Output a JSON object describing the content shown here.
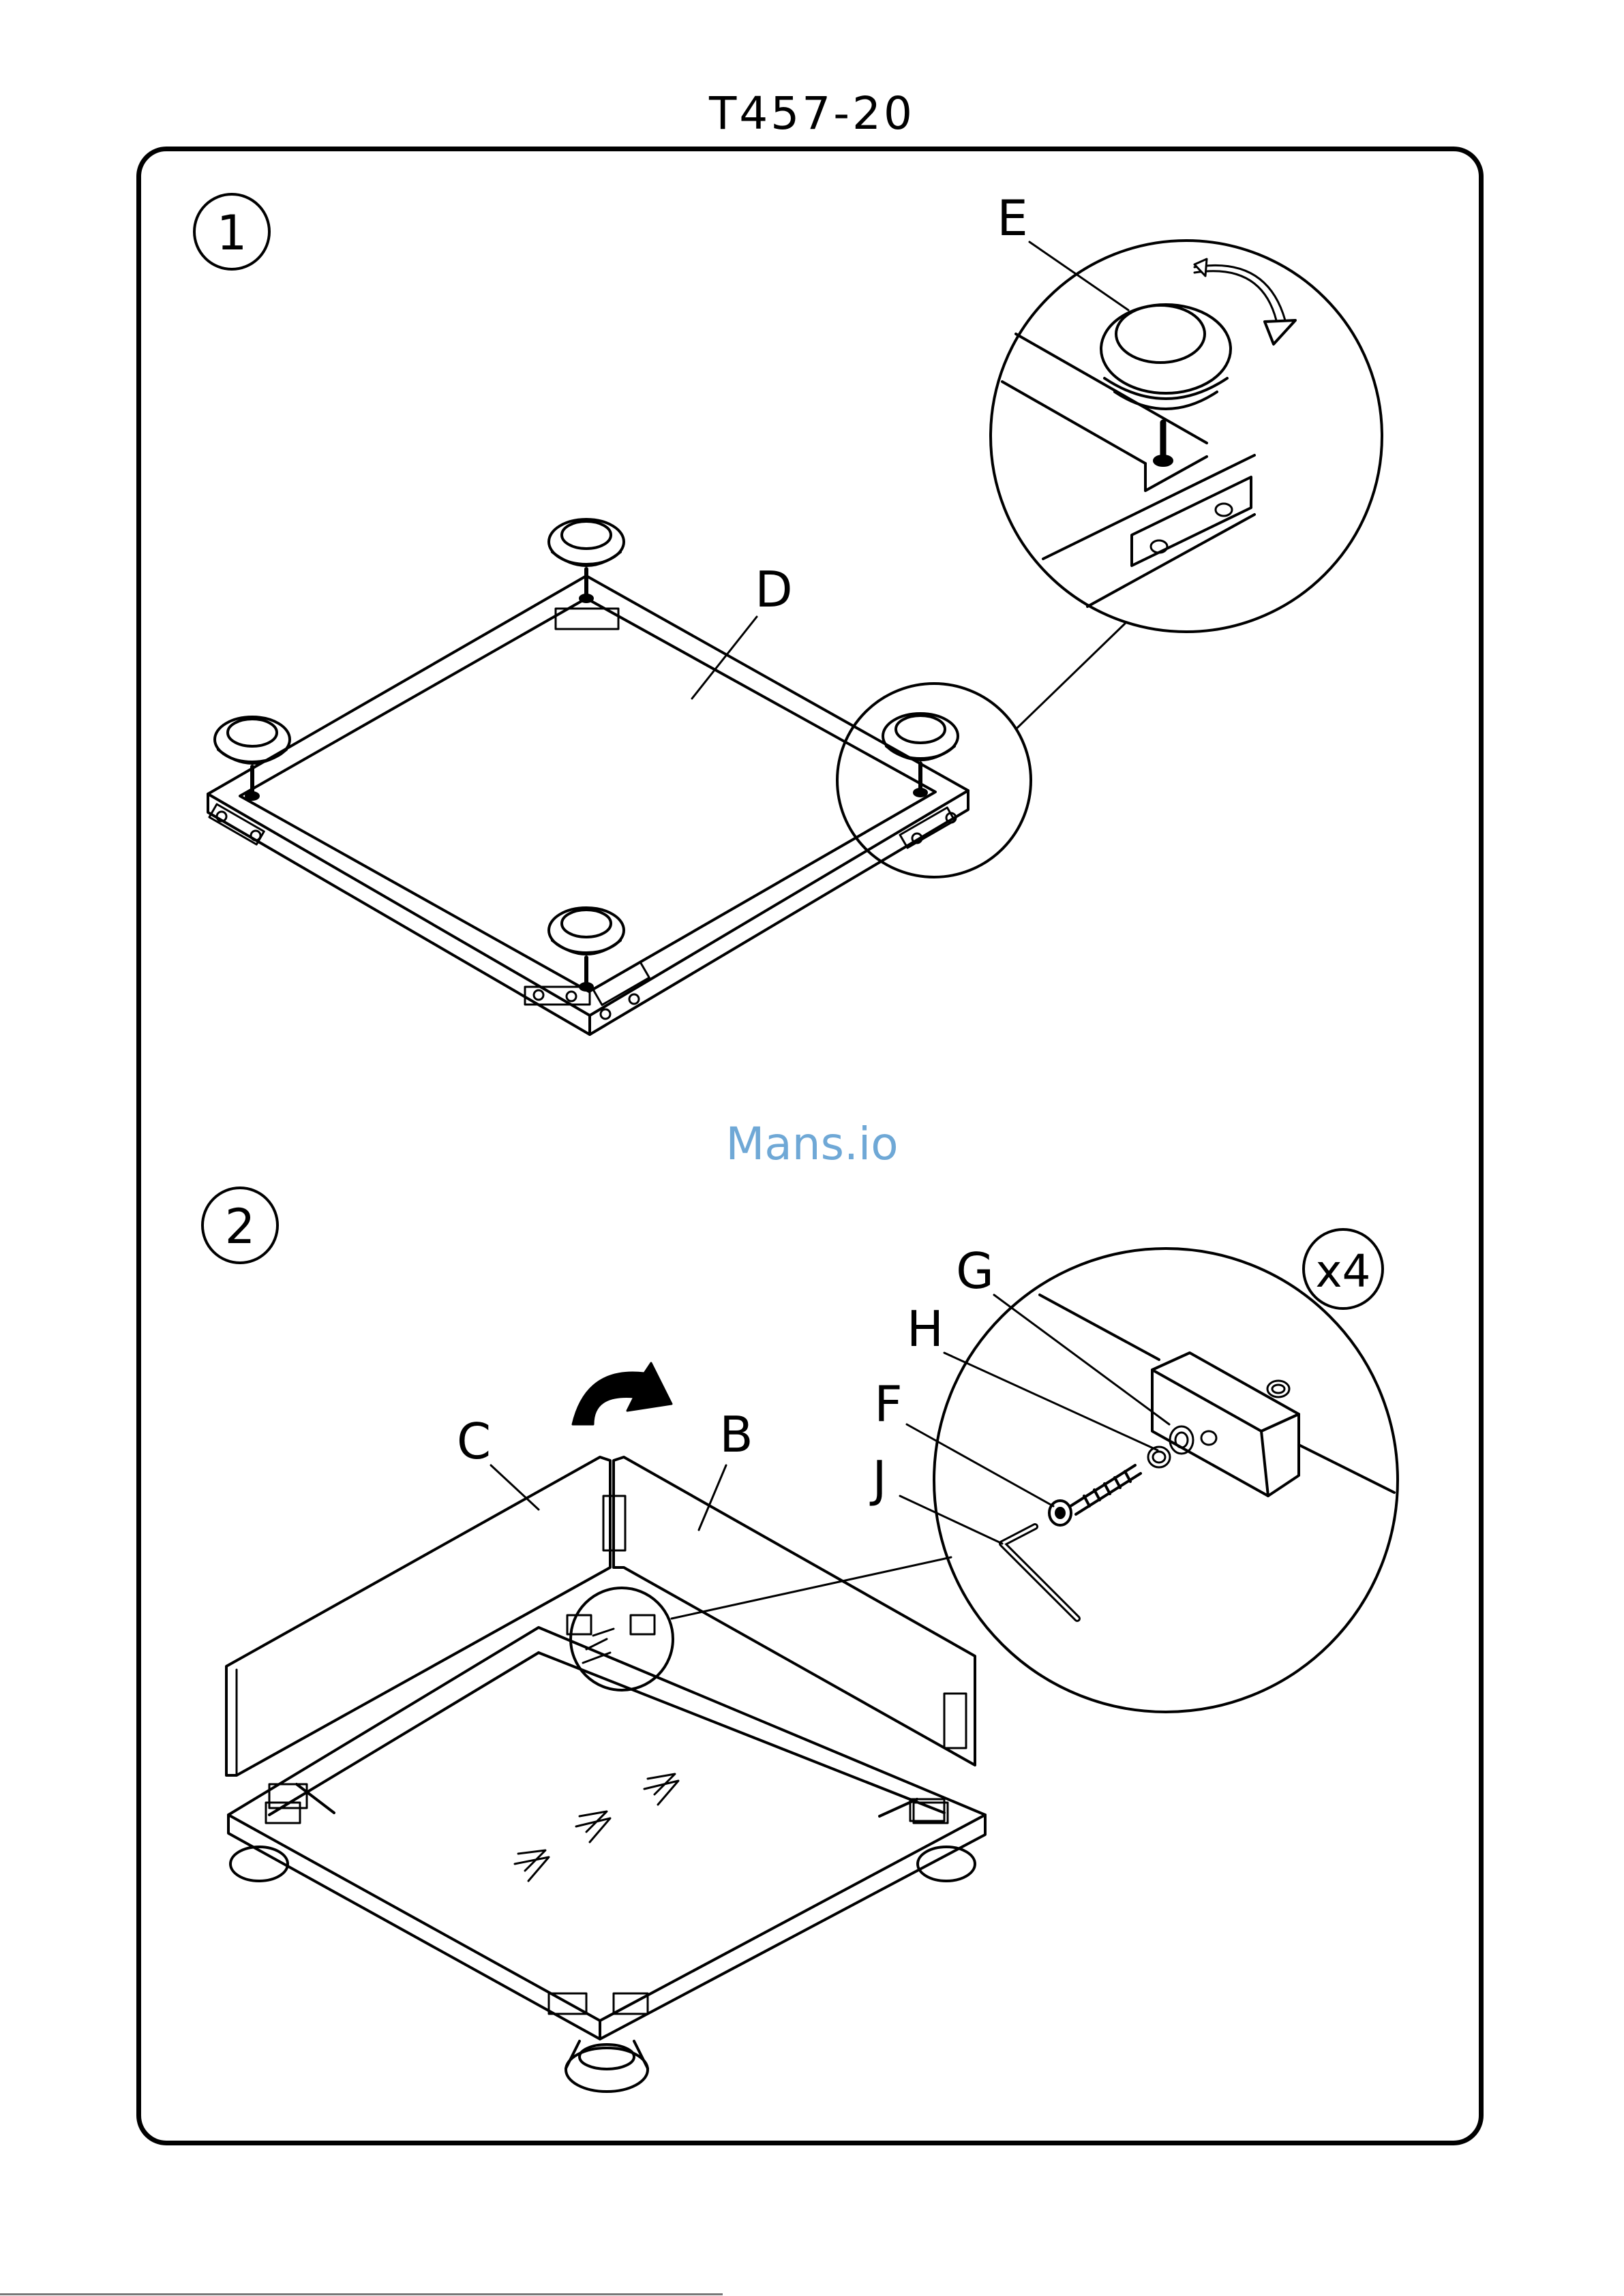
{
  "document": {
    "model_code": "T457-20",
    "watermark": "Mans.io"
  },
  "steps": [
    {
      "number": "1",
      "parts": {
        "frame": "D",
        "foot": "E"
      }
    },
    {
      "number": "2",
      "parts": {
        "panel_left": "C",
        "panel_right": "B",
        "washer_large": "G",
        "washer_small": "H",
        "bolt": "F",
        "allen_key": "J",
        "quantity": "x4"
      }
    }
  ]
}
